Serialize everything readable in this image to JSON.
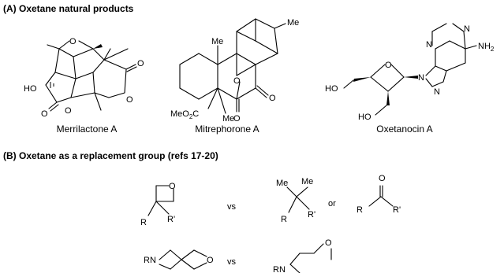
{
  "section_a": {
    "heading": "(A)  Oxetane natural products",
    "compounds": [
      {
        "name": "Merrilactone A"
      },
      {
        "name": "Mitrephorone A"
      },
      {
        "name": "Oxetanocin A"
      }
    ]
  },
  "section_b": {
    "heading": "(B)  Oxetane as a replacement group (refs 17-20)",
    "vs_label": "vs",
    "or_label": "or"
  },
  "atoms": {
    "O": "O",
    "N": "N",
    "HO": "HO",
    "Me": "Me",
    "MeO2C": "MeO",
    "MeO2C_sub": "2",
    "MeO2C_tail": "C",
    "NH2": "NH",
    "NH2_sub": "2",
    "R": "R",
    "R_prime": "R'",
    "RN": "RN"
  }
}
